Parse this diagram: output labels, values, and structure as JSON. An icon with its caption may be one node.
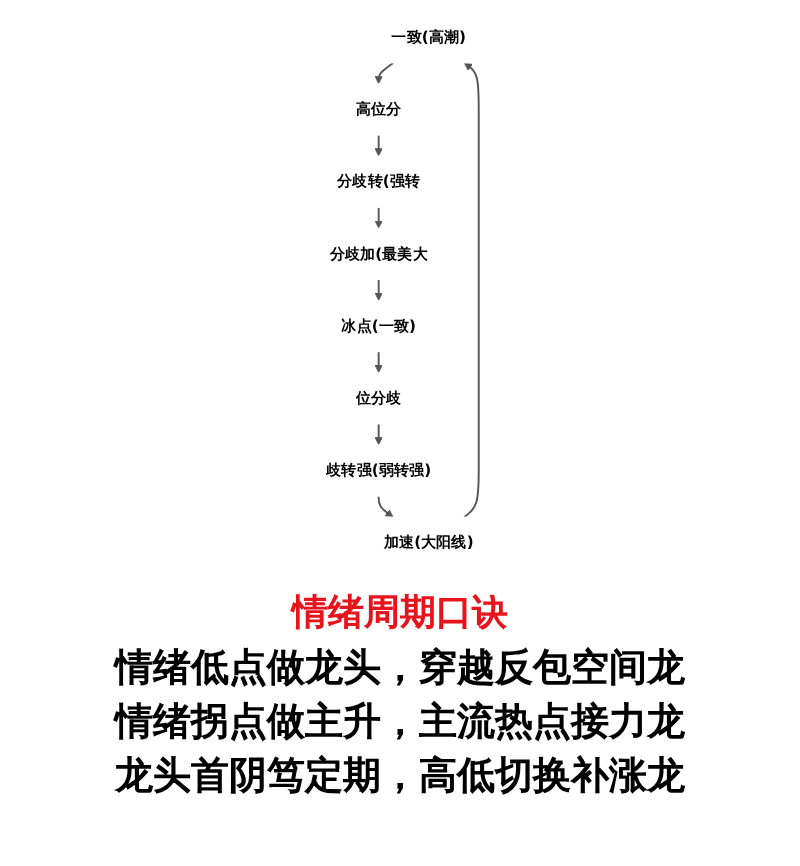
{
  "diagram": {
    "title": "情绪周期口诀",
    "nodes": [
      {
        "text": [
          "一致(高潮)"
        ]
      },
      {
        "text": [
          "高位分"
        ]
      },
      {
        "text": [
          "分歧转(强转"
        ]
      },
      {
        "text": [
          "分歧加(最美大"
        ]
      },
      {
        "text": [
          "冰点(一致)"
        ]
      },
      {
        "text": [
          "位分歧"
        ]
      },
      {
        "text": [
          "歧转强(弱转强)"
        ]
      },
      {
        "text": [
          "加速(大阳线)"
        ]
      }
    ],
    "edges": [
      {
        "from": 7,
        "to": 0,
        "arrow": "to"
      },
      {
        "from": 0,
        "to": 1,
        "arrow": "to"
      },
      {
        "from": 1,
        "to": 2,
        "arrow": "to"
      },
      {
        "from": 2,
        "to": 3,
        "arrow": "to"
      },
      {
        "from": 3,
        "to": 4,
        "arrow": "to"
      },
      {
        "from": 4,
        "to": 5,
        "arrow": "to"
      },
      {
        "from": 5,
        "to": 6,
        "arrow": "to"
      },
      {
        "from": 6,
        "to": 7,
        "arrow": "to"
      }
    ],
    "labels": [
      "情绪低点做龙头，穿越反包空间龙",
      "情绪拐点做主升，主流热点接力龙",
      "龙头首阴笃定期，高低切换补涨龙"
    ]
  }
}
